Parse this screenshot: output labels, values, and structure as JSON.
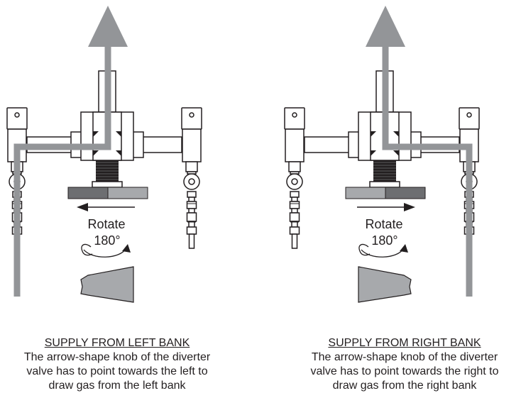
{
  "panels": [
    {
      "rotate_label": "Rotate",
      "degrees_label": "180°",
      "caption_title": "SUPPLY FROM LEFT BANK",
      "caption_lines": [
        "The arrow-shape knob of the diverter",
        "valve has to point towards the left to",
        "draw gas from the left bank"
      ],
      "knob_direction": "left"
    },
    {
      "rotate_label": "Rotate",
      "degrees_label": "180°",
      "caption_title": "SUPPLY FROM RIGHT BANK",
      "caption_lines": [
        "The arrow-shape knob of the diverter",
        "valve has to point towards the right to",
        "draw gas from the right bank"
      ],
      "knob_direction": "right"
    }
  ],
  "colors": {
    "flow": "#939598",
    "knob_light": "#a7a9ac",
    "knob_dark": "#6d6e71",
    "thread": "#231f20",
    "outline": "#231f20"
  }
}
